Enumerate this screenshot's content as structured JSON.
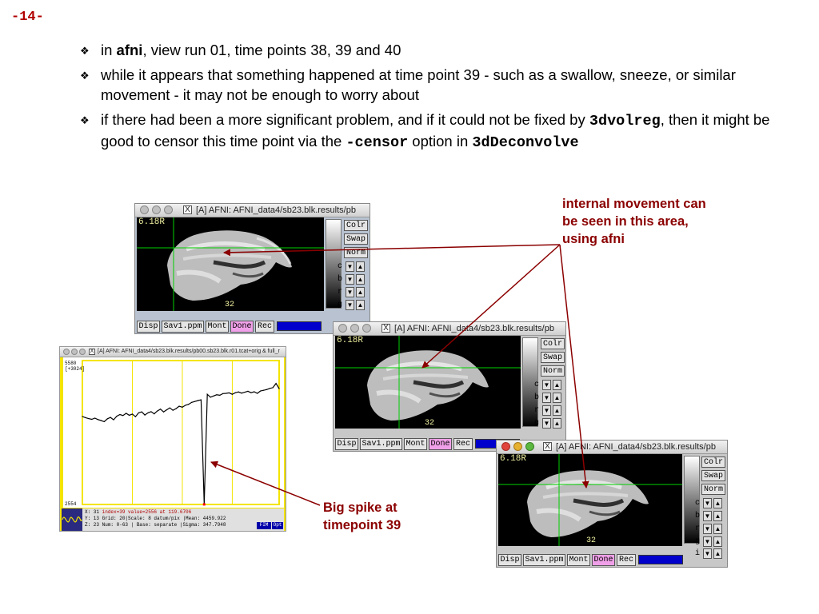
{
  "slide_number": "-14-",
  "bullet_symbol": "❖",
  "bullets": [
    {
      "text1": "in ",
      "bold1": "afni",
      "text2": ", view run 01, time points 38, 39 and 40"
    },
    {
      "text1": "while it appears that something happened at time point 39 - such as a swallow, sneeze, or similar movement - it may not be enough to worry about"
    },
    {
      "text1": "if there had been a more significant problem, and if it could not be fixed by ",
      "mono1": "3dvolreg",
      "text2": ", then it might be good to censor this time point via the ",
      "mono2": "-censor",
      "text3": " option in ",
      "mono3": "3dDeconvolve"
    }
  ],
  "annotation_movement": [
    "internal movement can",
    "be seen in this area,",
    "using afni"
  ],
  "annotation_spike": [
    "Big spike at",
    "timepoint 39"
  ],
  "image_windows": [
    {
      "title": "[A] AFNI: AFNI_data4/sb23.blk.results/pb",
      "orientation_label": "6.18R",
      "slice_number": "32"
    },
    {
      "title": "[A] AFNI: AFNI_data4/sb23.blk.results/pb",
      "orientation_label": "6.18R",
      "slice_number": "32"
    },
    {
      "title": "[A] AFNI: AFNI_data4/sb23.blk.results/pb",
      "orientation_label": "6.18R",
      "slice_number": "32"
    }
  ],
  "side_buttons": {
    "colr": "Colr",
    "swap": "Swap",
    "norm": "Norm"
  },
  "row_labels": [
    "c",
    "b",
    "r",
    "g",
    "i"
  ],
  "bottom_buttons": {
    "disp": "Disp",
    "save": "Sav1.ppm",
    "mont": "Mont",
    "done": "Done",
    "rec": "Rec"
  },
  "graph_window": {
    "title": "[A] AFNI: AFNI_data4/sb23.blk.results/pb00.sb23.blk.r01.tcat+orig & full_r",
    "y_max": "5580",
    "y_sub": "[+3024]",
    "y_min": "2554",
    "info_lines": [
      {
        "left": "X: 31",
        "right": "index=39 value=2556 at 119.6706"
      },
      {
        "left": "Y: 13",
        "right": "Grid:   20|Scale: 8 datum/pix |Mean:    4459.922"
      },
      {
        "left": "Z: 23",
        "right": "Num:  0-63 | Base: separate   |Sigma:   347.7948"
      }
    ],
    "fim_button": "FIM",
    "opt_button": "Opt"
  },
  "chart_data": {
    "type": "line",
    "title": "",
    "xlabel": "",
    "ylabel": "",
    "xlim": [
      0,
      63
    ],
    "ylim": [
      2554,
      5580
    ],
    "x": [
      0,
      1,
      2,
      3,
      4,
      5,
      6,
      7,
      8,
      9,
      10,
      11,
      12,
      13,
      14,
      15,
      16,
      17,
      18,
      19,
      20,
      21,
      22,
      23,
      24,
      25,
      26,
      27,
      28,
      29,
      30,
      31,
      32,
      33,
      34,
      35,
      36,
      37,
      38,
      39,
      40,
      41,
      42,
      43,
      44,
      45,
      46,
      47,
      48,
      49,
      50,
      51,
      52,
      53,
      54,
      55,
      56,
      57,
      58,
      59,
      60,
      61,
      62,
      63
    ],
    "values": [
      4405,
      4380,
      4360,
      4345,
      4370,
      4340,
      4320,
      4295,
      4355,
      4385,
      4335,
      4410,
      4445,
      4425,
      4470,
      4430,
      4455,
      4400,
      4480,
      4500,
      4435,
      4480,
      4505,
      4460,
      4520,
      4560,
      4500,
      4545,
      4585,
      4535,
      4570,
      4620,
      4600,
      4640,
      4660,
      4700,
      4720,
      4740,
      4755,
      2556,
      4870,
      4810,
      4835,
      4860,
      4850,
      4885,
      4890,
      4900,
      4870,
      4905,
      4920,
      4895,
      4915,
      4935,
      4905,
      4925,
      4890,
      4940,
      4955,
      4970,
      4995,
      5010,
      5100,
      4990
    ],
    "grid_lines_x": [
      16,
      32,
      48
    ],
    "crosshair_index": 39,
    "line_color": "#000000"
  }
}
